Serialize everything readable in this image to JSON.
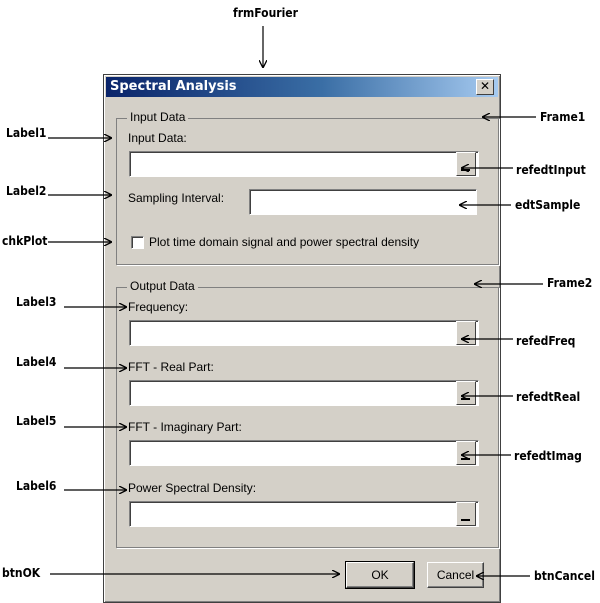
{
  "form_name": "frmFourier",
  "dialog": {
    "title": "Spectral Analysis",
    "close_glyph": "✕",
    "input_frame": {
      "title": "Input Data",
      "input_label": "Input Data:",
      "sampling_label": "Sampling Interval:",
      "checkbox_label": "Plot time domain signal and power spectral density",
      "checkbox_checked": false
    },
    "output_frame": {
      "title": "Output Data",
      "frequency_label": "Frequency:",
      "real_label": "FFT - Real Part:",
      "imag_label": "FFT - Imaginary Part:",
      "psd_label": "Power Spectral Density:"
    },
    "ok_label": "OK",
    "cancel_label": "Cancel"
  },
  "callouts": {
    "label1": "Label1",
    "label2": "Label2",
    "chkplot": "chkPlot",
    "label3": "Label3",
    "label4": "Label4",
    "label5": "Label5",
    "label6": "Label6",
    "btnok": "btnOK",
    "frame1": "Frame1",
    "refedtinput": "refedtInput",
    "edtsample": "edtSample",
    "frame2": "Frame2",
    "refedtfreq": "refedFreq",
    "refedtreal": "refedtReal",
    "refedtimag": "refedtImag",
    "btncancel": "btnCancel"
  }
}
